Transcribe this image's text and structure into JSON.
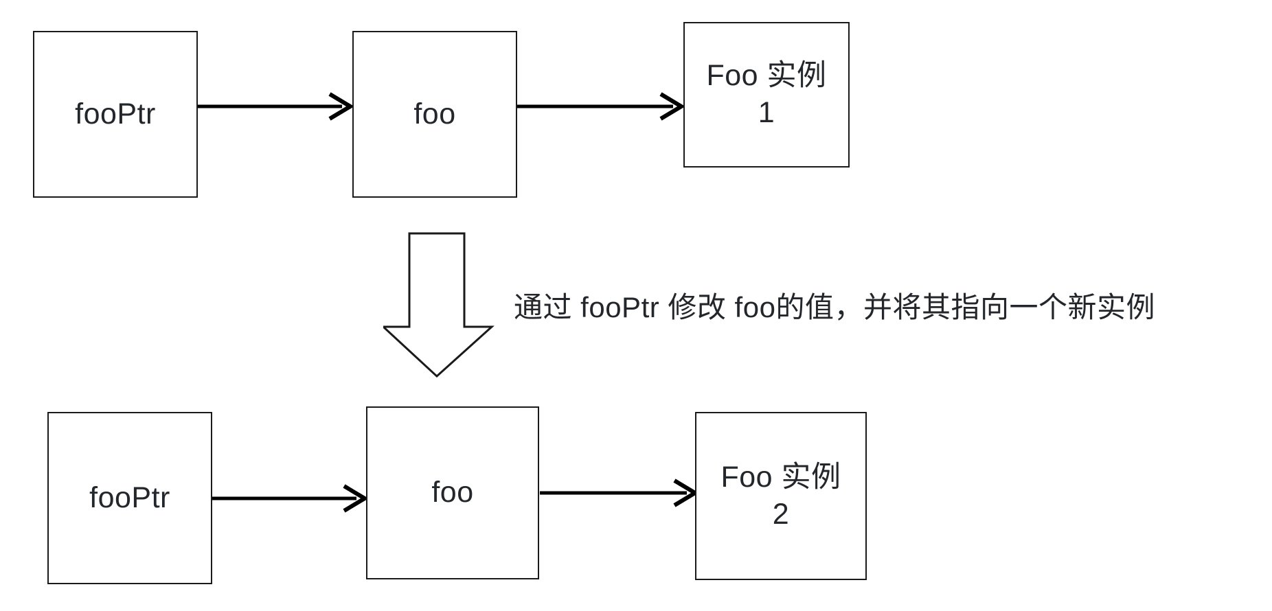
{
  "diagram": {
    "title": "fooPtr / foo pointer reassignment diagram",
    "background_color": "#ffffff",
    "line_color": "#000000",
    "text_color": "#23272b",
    "box_border_color": "#1a1a1a"
  },
  "top_row": {
    "nodes": [
      {
        "id": "top-fooptr",
        "label": "fooPtr"
      },
      {
        "id": "top-foo",
        "label": "foo"
      },
      {
        "id": "top-instance",
        "label": "Foo 实例\n1"
      }
    ],
    "edges": [
      {
        "id": "top-edge-1",
        "from": "top-fooptr",
        "to": "top-foo",
        "kind": "arrow"
      },
      {
        "id": "top-edge-2",
        "from": "top-foo",
        "to": "top-instance",
        "kind": "arrow"
      }
    ]
  },
  "transition": {
    "arrow_direction": "down",
    "annotation": "通过 fooPtr 修改 foo的值，并将其指向一个新实例"
  },
  "bottom_row": {
    "nodes": [
      {
        "id": "bottom-fooptr",
        "label": "fooPtr"
      },
      {
        "id": "bottom-foo",
        "label": "foo"
      },
      {
        "id": "bottom-instance",
        "label": "Foo 实例\n2"
      }
    ],
    "edges": [
      {
        "id": "bottom-edge-1",
        "from": "bottom-fooptr",
        "to": "bottom-foo",
        "kind": "arrow"
      },
      {
        "id": "bottom-edge-2",
        "from": "bottom-foo",
        "to": "bottom-instance",
        "kind": "arrow"
      }
    ]
  }
}
